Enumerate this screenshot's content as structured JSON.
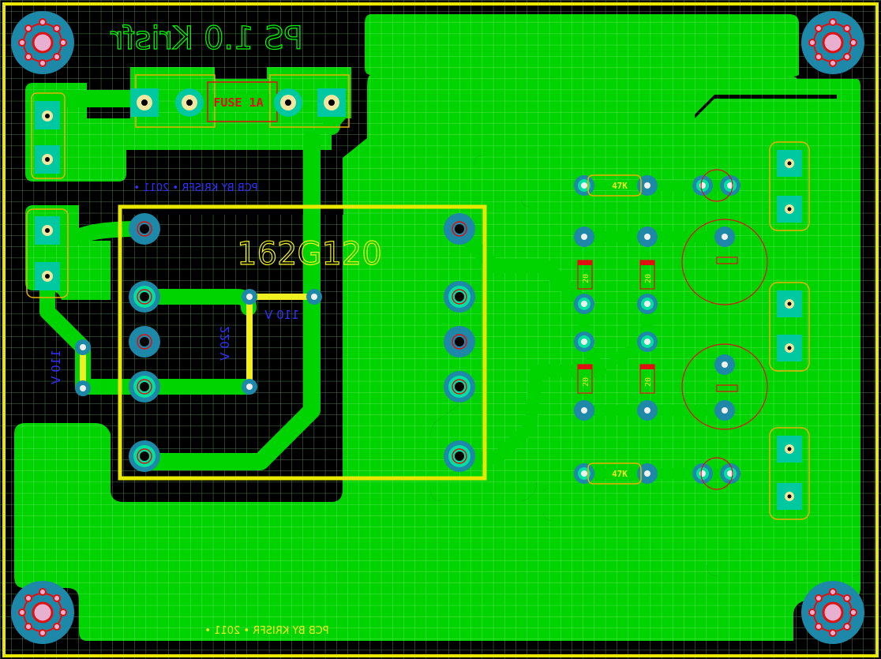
{
  "board": {
    "title": "PS 1.0 Krisfr",
    "credit_top": "PCB BY KRISFR • 2011 •",
    "credit_bottom": "PCB BY KRISFR • 2011 •"
  },
  "labels": {
    "fuse": "FUSE 1A",
    "transformer": "162G120",
    "v110_left": "110 V",
    "v110_inner": "110 V",
    "v220": "220 V",
    "r_top": "47K",
    "r_bottom": "47K",
    "d1": "20",
    "d2": "20",
    "d3": "20",
    "d4": "20"
  },
  "colors": {
    "copper": "#00d400",
    "board_bg": "#000000",
    "outline": "#e8e800",
    "grid": "#9be39b",
    "via": "#1e88a8",
    "pad": "#f0e6a0",
    "silk_red": "#e01010",
    "silk_blue": "#3030ff",
    "silk_yellow": "#f0f020"
  }
}
